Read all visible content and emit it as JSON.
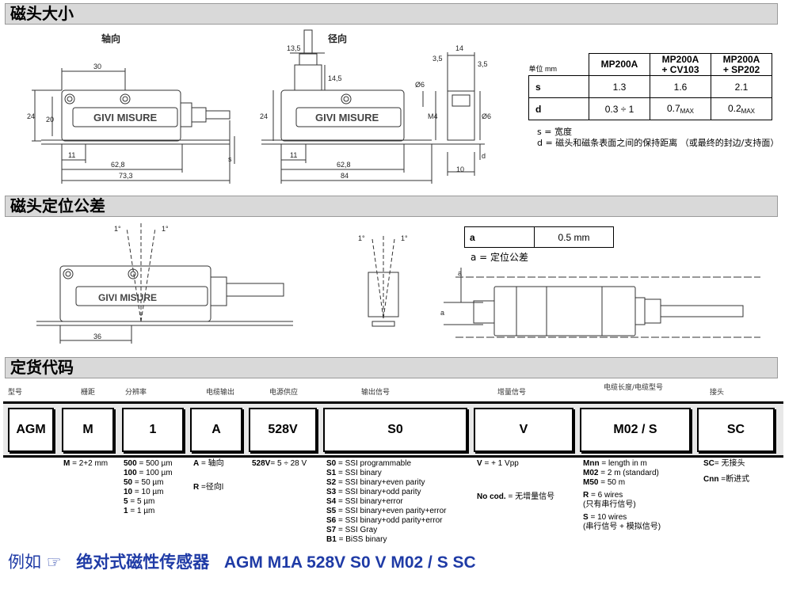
{
  "sections": {
    "dimensions": "磁头大小",
    "tolerance": "磁头定位公差",
    "order": "定货代码"
  },
  "drawing": {
    "axial_label": "轴向",
    "radial_label": "径向",
    "brand_text": "GIVI MISURE",
    "dims_axial": [
      "30",
      "24",
      "20",
      "11",
      "62,8",
      "73,3"
    ],
    "dims_radial": [
      "13,5",
      "14,5",
      "24",
      "11",
      "62,8",
      "84"
    ],
    "dims_end": [
      "14",
      "3,5",
      "3,5",
      "Ø6",
      "M4",
      "Ø6",
      "10",
      "d",
      "s"
    ],
    "tol_dims": [
      "1°",
      "1°",
      "36",
      "a",
      "a"
    ]
  },
  "spec_table": {
    "unit": "单位 mm",
    "headers": [
      "MP200A",
      "MP200A\n+ CV103",
      "MP200A\n+ SP202"
    ],
    "rows": [
      {
        "label": "s",
        "values": [
          "1.3",
          "1.6",
          "2.1"
        ]
      },
      {
        "label": "d",
        "values": [
          "0.3 ÷ 1",
          "0.7",
          "0.2"
        ],
        "subs": [
          "",
          "MAX",
          "MAX"
        ]
      }
    ]
  },
  "notes": {
    "s": "s = 宽度",
    "d": "d = 磁头和磁条表面之间的保持距离 （或最终的封边/支持面）"
  },
  "tolerance_table": {
    "key": "a",
    "value": "0.5 mm",
    "note": "a = 定位公差"
  },
  "order": {
    "columns": [
      {
        "label": "型号",
        "code": "AGM"
      },
      {
        "label": "栅距",
        "code": "M"
      },
      {
        "label": "分辨率",
        "code": "1"
      },
      {
        "label": "电缆输出",
        "code": "A"
      },
      {
        "label": "电源供应",
        "code": "528V"
      },
      {
        "label": "输出信号",
        "code": "S0"
      },
      {
        "label": "增量信号",
        "code": "V"
      },
      {
        "label": "电缆长度/电缆型号",
        "code": "M02 / S"
      },
      {
        "label": "接头",
        "code": "SC"
      }
    ],
    "legend_pitch": [
      {
        "k": "M",
        "v": " = 2+2 mm"
      }
    ],
    "legend_res": [
      {
        "k": "500",
        "v": " = 500 µm"
      },
      {
        "k": "100",
        "v": " = 100 µm"
      },
      {
        "k": "50",
        "v": "  = 50 µm"
      },
      {
        "k": "10",
        "v": "  = 10 µm"
      },
      {
        "k": "5",
        "v": "    = 5 µm"
      },
      {
        "k": "1",
        "v": "    = 1 µm"
      }
    ],
    "legend_cable": [
      {
        "k": "A",
        "v": " = 轴向"
      },
      {
        "k": "R",
        "v": " =径向l"
      }
    ],
    "legend_power": [
      {
        "k": "528V",
        "v": "= 5 ÷ 28 V"
      }
    ],
    "legend_signal": [
      {
        "k": "S0",
        "v": " = SSI programmable"
      },
      {
        "k": "S1",
        "v": " = SSI binary"
      },
      {
        "k": "S2",
        "v": " = SSI binary+even parity"
      },
      {
        "k": "S3",
        "v": " = SSI binary+odd parity"
      },
      {
        "k": "S4",
        "v": " = SSI binary+error"
      },
      {
        "k": "S5",
        "v": " = SSI binary+even parity+error"
      },
      {
        "k": "S6",
        "v": " = SSI binary+odd parity+error"
      },
      {
        "k": "S7",
        "v": " = SSI Gray"
      },
      {
        "k": "B1",
        "v": " = BiSS binary"
      }
    ],
    "legend_incr": [
      {
        "k": "V",
        "v": "        = + 1 Vpp"
      },
      {
        "k": "No cod.",
        "v": " = 无增量信号"
      }
    ],
    "legend_length": [
      {
        "k": "Mnn",
        "v": " = length in m"
      },
      {
        "k": "M02",
        "v": " = 2 m (standard)"
      },
      {
        "k": "M50",
        "v": " = 50 m"
      },
      {
        "k": "R",
        "v": "       = 6 wires"
      },
      {
        "k": "",
        "v": "          (只有串行信号)"
      },
      {
        "k": "S",
        "v": "       = 10 wires"
      },
      {
        "k": "",
        "v": "          (串行信号 + 模拟信号)"
      }
    ],
    "legend_conn": [
      {
        "k": "SC",
        "v": "= 无接头"
      },
      {
        "k": "Cnn",
        "v": " =断进式"
      }
    ]
  },
  "example": {
    "prefix": "例如",
    "title": "绝对式磁性传感器",
    "code": "AGM M1A 528V S0  V M02 / S SC"
  }
}
